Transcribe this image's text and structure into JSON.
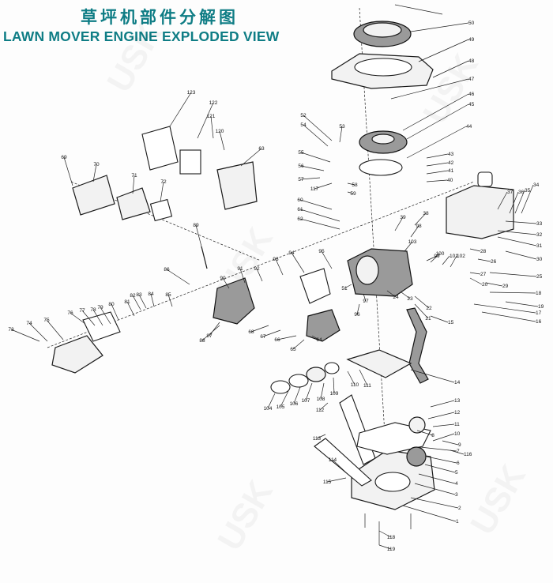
{
  "title_cn": "草坪机部件分解图",
  "title_en": "LAWN MOVER ENGINE EXPLODED VIEW",
  "watermark_text": "USK",
  "parts": [
    {
      "n": "1"
    },
    {
      "n": "2"
    },
    {
      "n": "3"
    },
    {
      "n": "4"
    },
    {
      "n": "5"
    },
    {
      "n": "6"
    },
    {
      "n": "7"
    },
    {
      "n": "8"
    },
    {
      "n": "9"
    },
    {
      "n": "10"
    },
    {
      "n": "11"
    },
    {
      "n": "12"
    },
    {
      "n": "13"
    },
    {
      "n": "14"
    },
    {
      "n": "15"
    },
    {
      "n": "16"
    },
    {
      "n": "17"
    },
    {
      "n": "18"
    },
    {
      "n": "19"
    },
    {
      "n": "20"
    },
    {
      "n": "21"
    },
    {
      "n": "22"
    },
    {
      "n": "23"
    },
    {
      "n": "24"
    },
    {
      "n": "25"
    },
    {
      "n": "26"
    },
    {
      "n": "27"
    },
    {
      "n": "28"
    },
    {
      "n": "29"
    },
    {
      "n": "30"
    },
    {
      "n": "31"
    },
    {
      "n": "32"
    },
    {
      "n": "33"
    },
    {
      "n": "34"
    },
    {
      "n": "35"
    },
    {
      "n": "36"
    },
    {
      "n": "37"
    },
    {
      "n": "38"
    },
    {
      "n": "39"
    },
    {
      "n": "40"
    },
    {
      "n": "41"
    },
    {
      "n": "42"
    },
    {
      "n": "43"
    },
    {
      "n": "44"
    },
    {
      "n": "45"
    },
    {
      "n": "46"
    },
    {
      "n": "47"
    },
    {
      "n": "48"
    },
    {
      "n": "49"
    },
    {
      "n": "50"
    },
    {
      "n": "51"
    },
    {
      "n": "52"
    },
    {
      "n": "53"
    },
    {
      "n": "54"
    },
    {
      "n": "55"
    },
    {
      "n": "56"
    },
    {
      "n": "57"
    },
    {
      "n": "58"
    },
    {
      "n": "59"
    },
    {
      "n": "60"
    },
    {
      "n": "61"
    },
    {
      "n": "62"
    },
    {
      "n": "63"
    },
    {
      "n": "64"
    },
    {
      "n": "65"
    },
    {
      "n": "66"
    },
    {
      "n": "67"
    },
    {
      "n": "68"
    },
    {
      "n": "69"
    },
    {
      "n": "70"
    },
    {
      "n": "71"
    },
    {
      "n": "72"
    },
    {
      "n": "73"
    },
    {
      "n": "74"
    },
    {
      "n": "75"
    },
    {
      "n": "76"
    },
    {
      "n": "77"
    },
    {
      "n": "78"
    },
    {
      "n": "79"
    },
    {
      "n": "80"
    },
    {
      "n": "81"
    },
    {
      "n": "82"
    },
    {
      "n": "83"
    },
    {
      "n": "84"
    },
    {
      "n": "85"
    },
    {
      "n": "86"
    },
    {
      "n": "87"
    },
    {
      "n": "88"
    },
    {
      "n": "89"
    },
    {
      "n": "90"
    },
    {
      "n": "91"
    },
    {
      "n": "92"
    },
    {
      "n": "93"
    },
    {
      "n": "94"
    },
    {
      "n": "95"
    },
    {
      "n": "96"
    },
    {
      "n": "97"
    },
    {
      "n": "98"
    },
    {
      "n": "99"
    },
    {
      "n": "100"
    },
    {
      "n": "101"
    },
    {
      "n": "102"
    },
    {
      "n": "103"
    },
    {
      "n": "104"
    },
    {
      "n": "105"
    },
    {
      "n": "106"
    },
    {
      "n": "107"
    },
    {
      "n": "108"
    },
    {
      "n": "109"
    },
    {
      "n": "110"
    },
    {
      "n": "111"
    },
    {
      "n": "112"
    },
    {
      "n": "113"
    },
    {
      "n": "114"
    },
    {
      "n": "115"
    },
    {
      "n": "116"
    },
    {
      "n": "117"
    },
    {
      "n": "118"
    },
    {
      "n": "119"
    },
    {
      "n": "120"
    },
    {
      "n": "121"
    },
    {
      "n": "122"
    },
    {
      "n": "123"
    }
  ]
}
